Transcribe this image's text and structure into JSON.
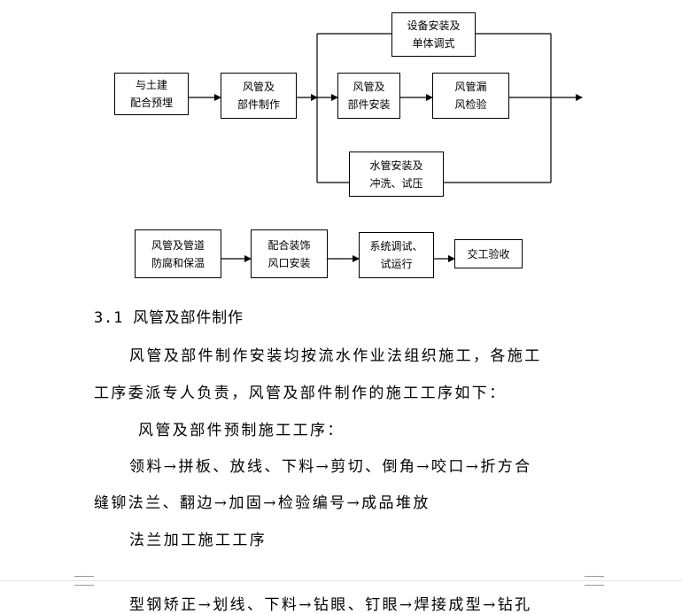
{
  "flow_top": {
    "box_civil": [
      "与土建",
      "配合预埋"
    ],
    "box_duct_make": [
      "风管及",
      "部件制作"
    ],
    "box_duct_install": [
      "风管及",
      "部件安装"
    ],
    "box_leak_test": [
      "风管漏",
      "风检验"
    ],
    "box_equipment": [
      "设备安装及",
      "单体调式"
    ],
    "box_water": [
      "水管安装及",
      "冲洗、试压"
    ]
  },
  "flow_bottom": {
    "box_anticorrosion": [
      "风管及管道",
      "防腐和保温"
    ],
    "box_decoration": [
      "配合装饰",
      "风口安装"
    ],
    "box_debug": [
      "系统调试、",
      "试运行"
    ],
    "box_acceptance": [
      "交工验收"
    ]
  },
  "doc": {
    "heading": "3.1 风管及部件制作",
    "p1_line1": "风管及部件制作安装均按流水作业法组织施工，各施工",
    "p1_line2": "工序委派专人负责，风管及部件制作的施工工序如下：",
    "p2": "风管及部件预制施工工序：",
    "p3_line1": "领料→拼板、放线、下料→剪切、倒角→咬口→折方合",
    "p3_line2": "缝铆法兰、翻边→加固→检验编号→成品堆放",
    "p4": "法兰加工施工工序",
    "p5_partial": "型钢矫正→划线、下料→钻眼、钉眼→焊接成型→钻孔"
  }
}
